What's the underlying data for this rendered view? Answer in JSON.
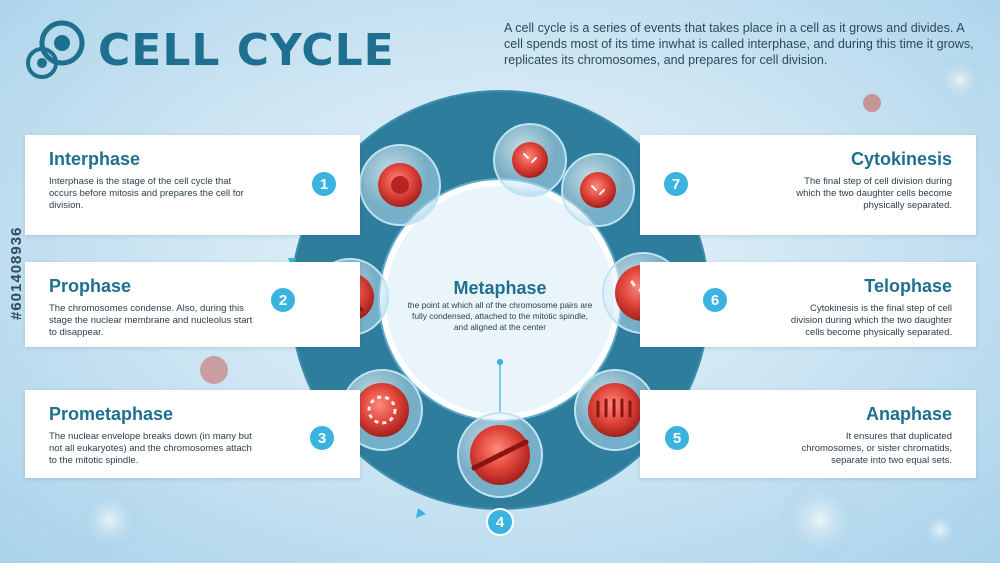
{
  "header": {
    "title": "CELL CYCLE",
    "intro": "A cell cycle is a series of events that takes place in a cell as it grows and divides. A cell spends most of its time inwhat is called interphase, and during this time it grows, replicates its chromosomes, and prepares for cell division."
  },
  "center": {
    "title": "Metaphase",
    "description": "the point at which all of the chromosome pairs are fully condensed, attached to the mitotic spindle, and aligned at the center"
  },
  "phases": [
    {
      "number": "1",
      "title": "Interphase",
      "description": "Interphase is the stage of the cell cycle that occurs before mitosis and prepares the cell for division."
    },
    {
      "number": "2",
      "title": "Prophase",
      "description": "The chromosomes condense. Also, during this stage the nuclear membrane and nucleolus start to disappear."
    },
    {
      "number": "3",
      "title": "Prometaphase",
      "description": "The nuclear envelope breaks down (in many but not all eukaryotes) and the chromosomes attach to the mitotic spindle."
    },
    {
      "number": "4"
    },
    {
      "number": "5",
      "title": "Anaphase",
      "description": "It ensures that duplicated chromosomes, or sister chromatids, separate into two equal sets."
    },
    {
      "number": "6",
      "title": "Telophase",
      "description": "Cytokinesis is the final step of cell division during which the two daughter cells become physically separated."
    },
    {
      "number": "7",
      "title": "Cytokinesis",
      "description": "The final step of cell division during which the two daughter cells become physically separated."
    }
  ],
  "watermark": "#601408936",
  "colors": {
    "ring": "#2f7d9c",
    "accent": "#1f6f8f",
    "badge": "#3ab3e0",
    "cell": "#d93a34"
  }
}
